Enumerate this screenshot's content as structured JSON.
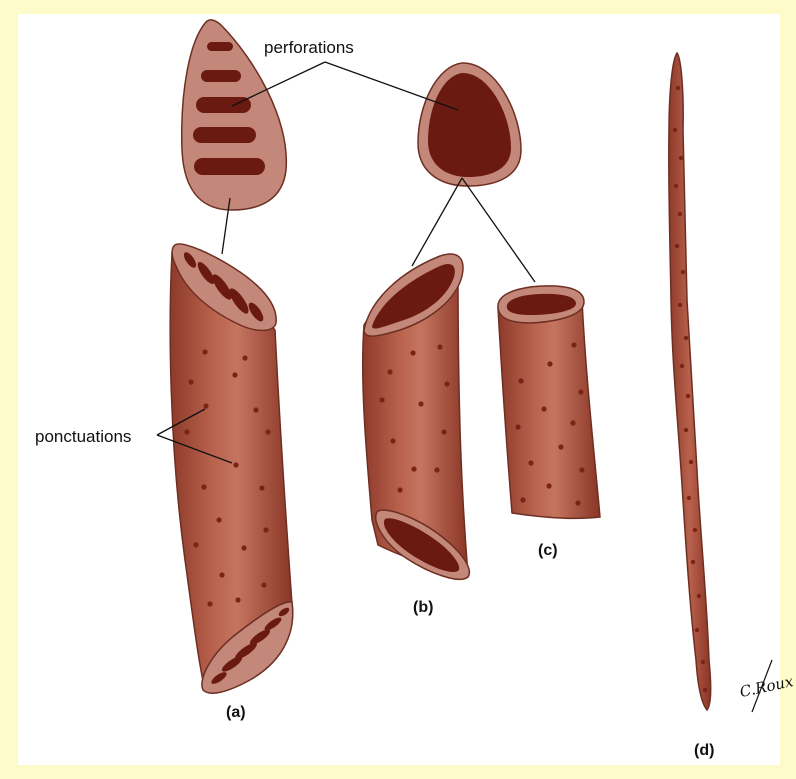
{
  "labels": {
    "perforations": "perforations",
    "ponctuations": "ponctuations",
    "a": "(a)",
    "b": "(b)",
    "c": "(c)",
    "d": "(d)"
  },
  "signature": "C.Roux",
  "colors": {
    "background": "#fdfbc9",
    "plate": "#ffffff",
    "cell_body": "#a8503e",
    "cell_highlight": "#c98571",
    "rim": "#d4968a",
    "lumen": "#6b1a12",
    "pit": "#7a2416"
  }
}
